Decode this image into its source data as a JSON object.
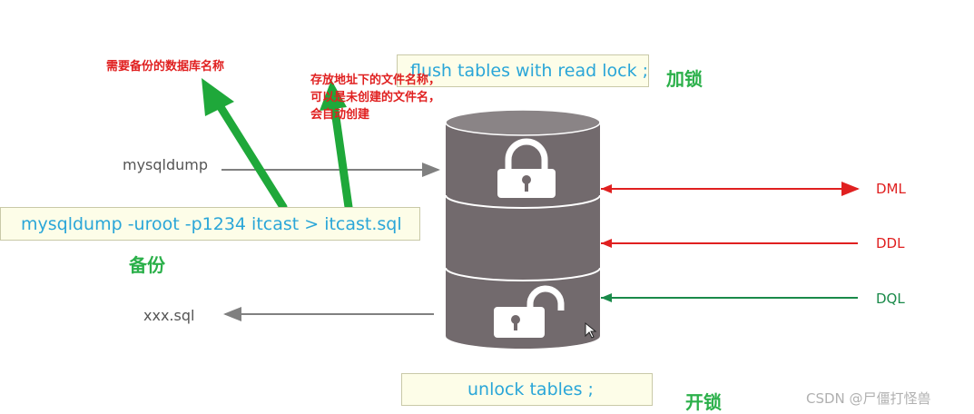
{
  "annotations": {
    "db_name_note": "需要备份的数据库名称",
    "file_note_line1": "存放地址下的文件名称，",
    "file_note_line2": "可以是未创建的文件名，",
    "file_note_line3": "会自动创建"
  },
  "commands": {
    "lock": "flush tables with read lock ;",
    "backup": "mysqldump  -uroot -p1234  itcast > itcast.sql",
    "unlock": "unlock tables ;"
  },
  "labels": {
    "lock_label": "加锁",
    "backup_label": "备份",
    "unlock_label": "开锁",
    "mysqldump": "mysqldump",
    "output_file": "xxx.sql",
    "dml": "DML",
    "ddl": "DDL",
    "dql": "DQL"
  },
  "watermark": "CSDN @尸僵打怪兽",
  "colors": {
    "red": "#e02020",
    "green": "#2bb04a",
    "db_body": "#726a6d",
    "db_top": "#8a8486",
    "code_text": "#2aa6d8",
    "code_bg": "#fdfde8"
  },
  "icons": {
    "locked": "padlock-closed-icon",
    "unlocked": "padlock-open-icon"
  }
}
